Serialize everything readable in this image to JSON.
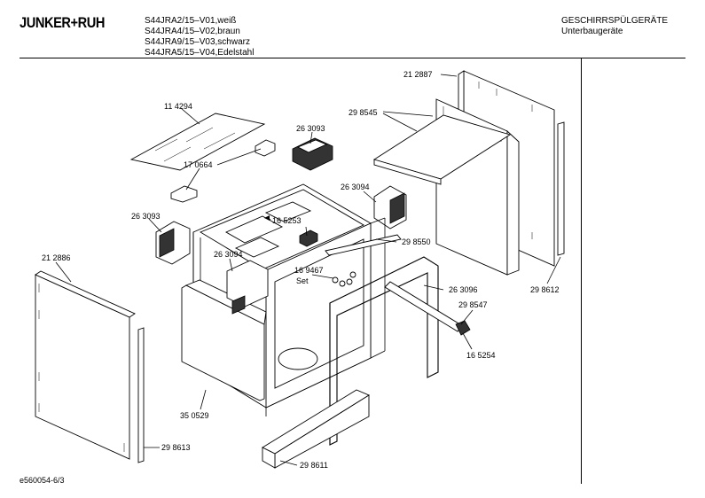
{
  "header": {
    "brand": "JUNKER+RUH",
    "models": [
      "S44JRA2/15–V01,weiß",
      "S44JRA4/15–V02,braun",
      "S44JRA9/15–V03,schwarz",
      "S44JRA5/15–V04,Edelstahl"
    ],
    "category": "GESCHIRRSPÜLGERÄTE",
    "subcategory": "Unterbaugeräte"
  },
  "parts": {
    "p212887": "21 2887",
    "p298545": "29 8545",
    "p114294": "11 4294",
    "p263093a": "26 3093",
    "p170664": "17 0664",
    "p263094a": "26 3094",
    "p165253": "16 5253",
    "p263093b": "26 3093",
    "p298550": "29 8550",
    "p212886": "21 2886",
    "p263094b": "26 3094",
    "p169467": "16 9467",
    "set": "Set",
    "p263096": "26 3096",
    "p298612": "29 8612",
    "p298547": "29 8547",
    "p165254": "16 5254",
    "p350529": "35 0529",
    "p298613": "29 8613",
    "p298611": "29 8611"
  },
  "footer": {
    "code": "e560054-6/3"
  }
}
